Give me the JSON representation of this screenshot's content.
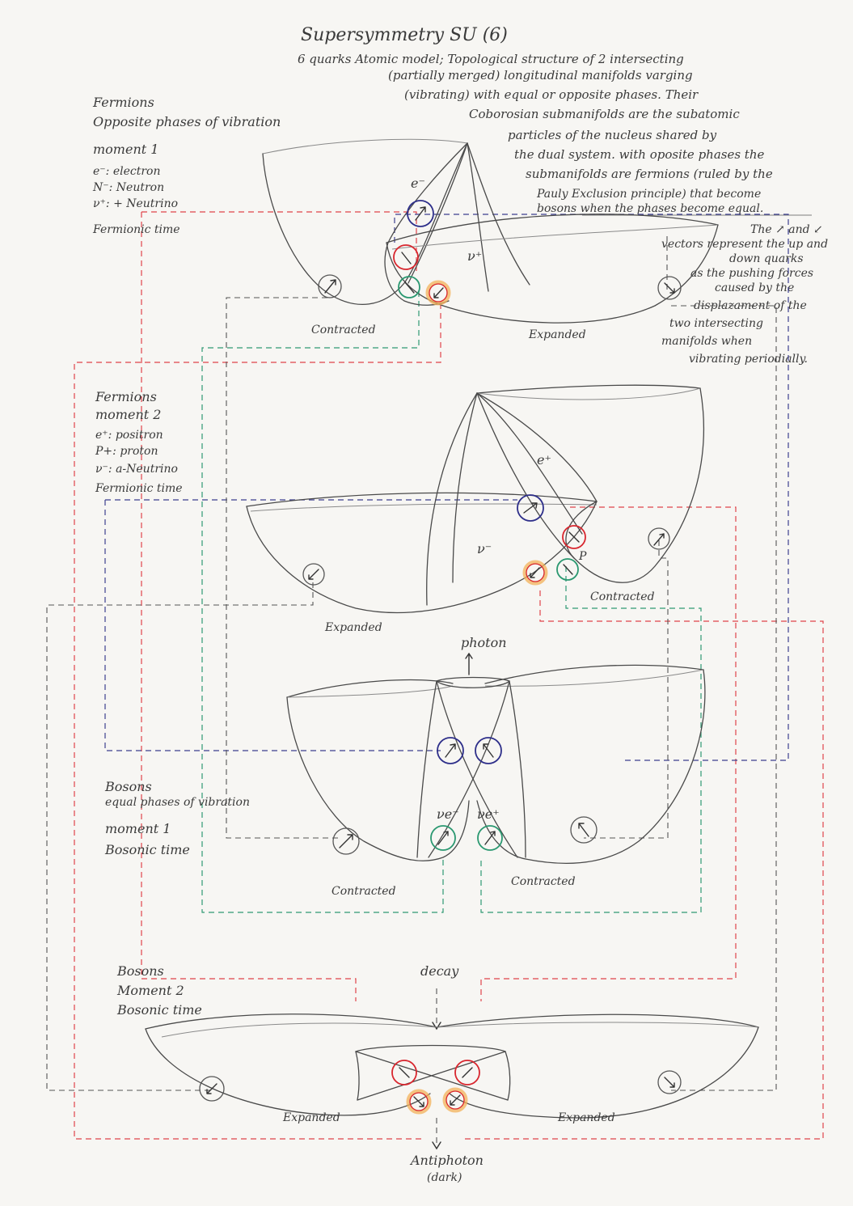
{
  "header": {
    "title": "Supersymmetry SU (6)",
    "lines": [
      "6 quarks Atomic model; Topological structure of 2 intersecting",
      "(partially merged) longitudinal manifolds varging",
      "(vibrating) with equal or opposite phases. Their",
      "Coborosian submanifolds are the subatomic",
      "particles of the nucleus shared by",
      "the dual system. with oposite phases the",
      "submanifolds are fermions (ruled by the",
      "Pauly Exclusion principle) that become",
      "bosons when the phases become equal."
    ],
    "side_note": [
      "The ↗ and ↙",
      "vectors represent the up and",
      "down quarks",
      "as the pushing forces",
      "caused by the",
      "displazament of the",
      "two intersecting",
      "manifolds when",
      "vibrating periodially."
    ]
  },
  "panel1": {
    "heading": [
      "Fermions",
      "Opposite phases of vibration",
      "moment 1"
    ],
    "legend": [
      "e⁻: electron",
      "N⁻: Neutron",
      "ν⁺: + Neutrino",
      "Fermionic time"
    ],
    "labels": {
      "particle_top": "e⁻",
      "particle_mid": "ν⁺",
      "left": "Contracted",
      "right": "Expanded"
    }
  },
  "panel2": {
    "heading": [
      "Fermions",
      "moment 2"
    ],
    "legend": [
      "e⁺: positron",
      "P+: proton",
      "ν⁻: a-Neutrino",
      "Fermionic time"
    ],
    "labels": {
      "particle_top": "e⁺",
      "particle_mid": "ν⁻",
      "particle_small": "P",
      "left": "Expanded",
      "right": "Contracted"
    }
  },
  "panel3": {
    "heading": [
      "Bosons",
      "equal phases of vibration",
      "moment 1",
      "Bosonic time"
    ],
    "labels": {
      "photon": "photon",
      "nu_e_minus": "νe⁻",
      "nu_e_plus": "νe⁺",
      "left": "Contracted",
      "right": "Contracted"
    }
  },
  "panel4": {
    "heading": [
      "Bosons",
      "Moment 2",
      "Bosonic time"
    ],
    "labels": {
      "decay": "decay",
      "left": "Expanded",
      "right": "Expanded",
      "antiphoton": "Antiphoton",
      "dark": "(dark)"
    }
  },
  "colors": {
    "paper": "#f7f6f3",
    "pencil": "#4a4a4a",
    "red": "#d8262e",
    "blue": "#2e2f8a",
    "green": "#2a9870",
    "orange_glow": "#f3b25a"
  }
}
